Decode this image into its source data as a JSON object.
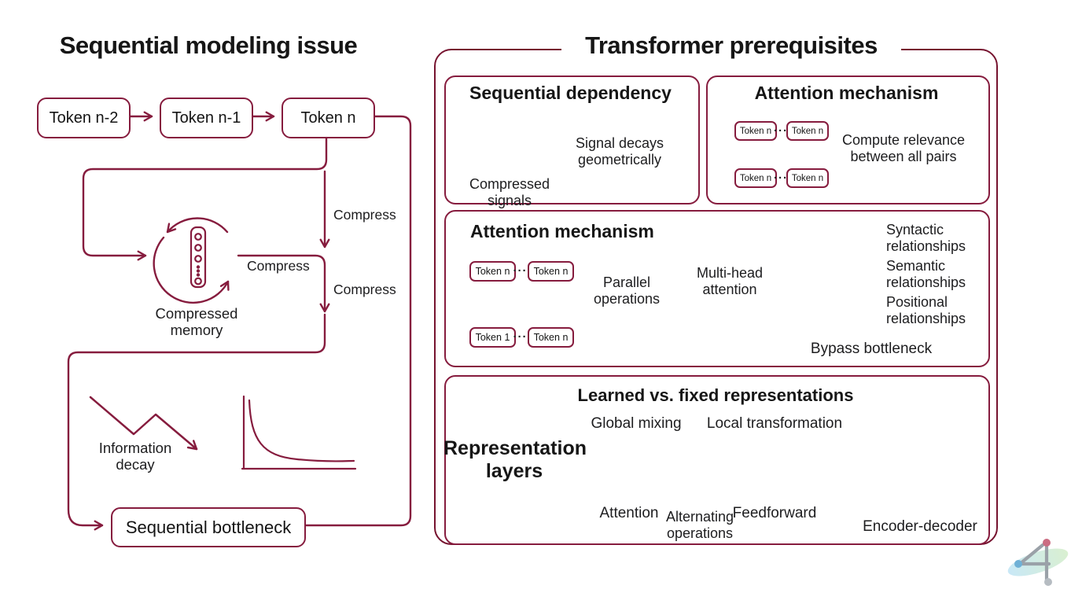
{
  "colors": {
    "accent": "#861c3e",
    "accent_dark": "#76132f",
    "text": "#1d1d1f",
    "background": "#ffffff",
    "logo_blue": "#6fb0d6",
    "logo_pink": "#cb6c82",
    "logo_gray": "#b6bcc2"
  },
  "left_panel": {
    "title": "Sequential modeling issue",
    "tokens": [
      "Token n-2",
      "Token n-1",
      "Token n"
    ],
    "compress_labels": [
      "Compress",
      "Compress",
      "Compress"
    ],
    "memory_label": "Compressed memory",
    "decay_label": "Information decay",
    "bottleneck_label": "Sequential bottleneck"
  },
  "right_panel": {
    "title": "Transformer prerequisites",
    "card_dependency": {
      "title": "Sequential dependency",
      "icon": "gears-chain-icon",
      "icon_caption": "Compressed signals",
      "note": "Signal decays geometrically"
    },
    "card_pairs": {
      "title": "Attention mechanism",
      "tokens": [
        "Token n",
        "Token n",
        "Token n",
        "Token n"
      ],
      "dots": "···",
      "note": "Compute relevance between all pairs"
    },
    "card_parallel": {
      "title": "Attention mechanism",
      "tokens": [
        "Token n",
        "Token n",
        "Token 1",
        "Token n"
      ],
      "dots": "···",
      "parallel_label": "Parallel operations",
      "multihead_label": "Multi-head attention",
      "heads": [
        {
          "icon": "syntactic-graph-icon",
          "label": "Syntactic relationships"
        },
        {
          "icon": "semantic-graph-icon",
          "label": "Semantic relationships"
        },
        {
          "icon": "positional-curve-icon",
          "label": "Positional relationships"
        }
      ],
      "bypass_label": "Bypass bottleneck"
    },
    "card_representations": {
      "title": "Learned vs. fixed representations",
      "left_label": "Representation layers",
      "global_label": "Global mixing",
      "attention_label": "Attention",
      "alternating_label": "Alternating operations",
      "local_label": "Local transformation",
      "feedforward_label": "Feedforward",
      "feedforward_icon": "sigmoid-activation-icon",
      "encoder_decoder_label": "Encoder-decoder",
      "encoder_decoder_icon": "encoder-decoder-stack-icon"
    }
  },
  "logo": {
    "icon": "numeral-4-swoosh-logo"
  }
}
